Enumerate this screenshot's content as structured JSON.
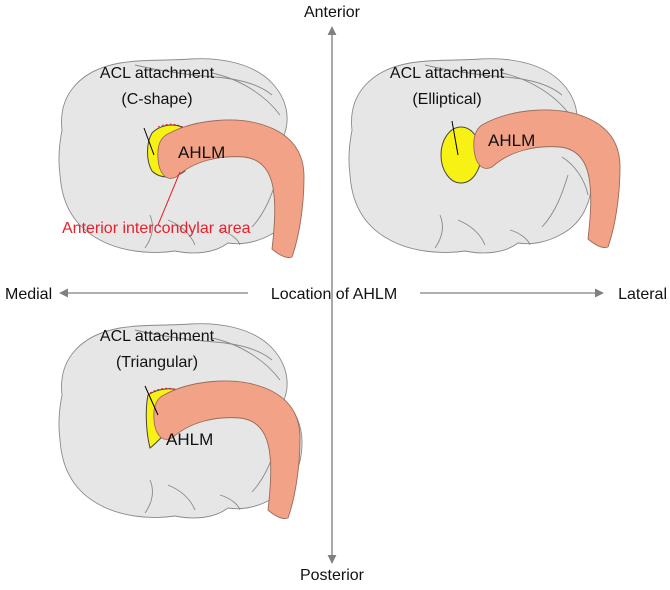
{
  "axes": {
    "anterior": "Anterior",
    "posterior": "Posterior",
    "medial": "Medial",
    "lateral": "Lateral",
    "center": "Location of AHLM",
    "axis_color": "#808080"
  },
  "colors": {
    "acl_fill": "#f7f114",
    "ahlm_fill": "#f2a286",
    "tibia_fill": "#e6e6e6",
    "area_label": "#e8202a"
  },
  "panels": [
    {
      "id": "c-shape",
      "acl_label_line1": "ACL attachment",
      "acl_label_line2": "(C-shape)",
      "ahlm_label": "AHLM",
      "area_label": "Anterior intercondylar area"
    },
    {
      "id": "elliptical",
      "acl_label_line1": "ACL attachment",
      "acl_label_line2": "(Elliptical)",
      "ahlm_label": "AHLM"
    },
    {
      "id": "triangular",
      "acl_label_line1": "ACL attachment",
      "acl_label_line2": "(Triangular)",
      "ahlm_label": "AHLM"
    }
  ]
}
